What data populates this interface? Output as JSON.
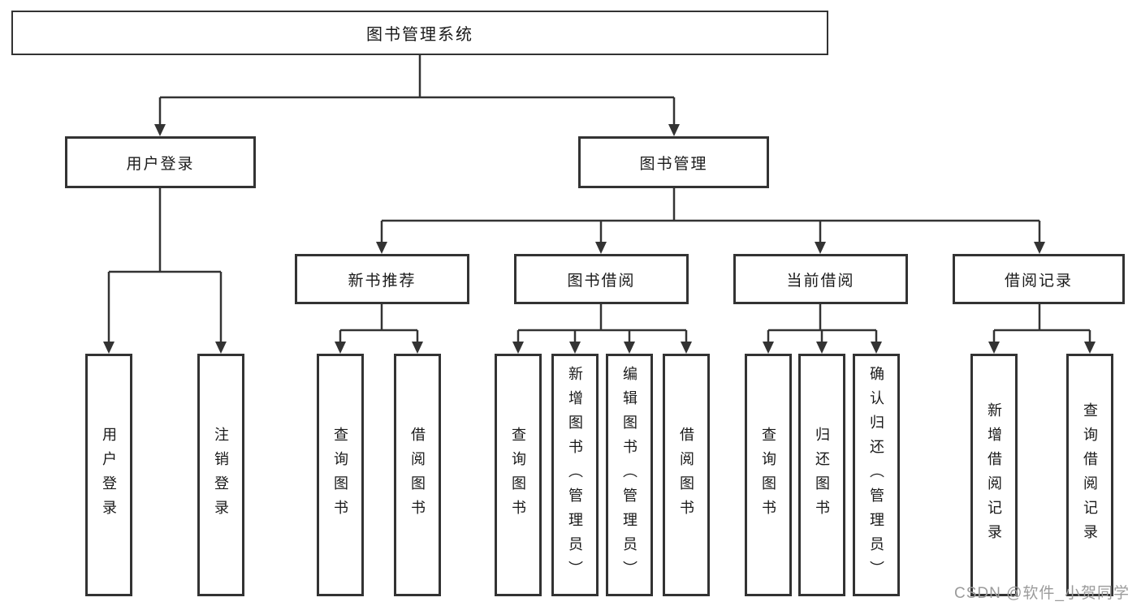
{
  "tree": {
    "label": "图书管理系统",
    "children": [
      {
        "label": "用户登录",
        "children": [
          {
            "label": "用户登录"
          },
          {
            "label": "注销登录"
          }
        ]
      },
      {
        "label": "图书管理",
        "children": [
          {
            "label": "新书推荐",
            "children": [
              {
                "label": "查询图书"
              },
              {
                "label": "借阅图书"
              }
            ]
          },
          {
            "label": "图书借阅",
            "children": [
              {
                "label": "查询图书"
              },
              {
                "label": "新增图书（管理员）"
              },
              {
                "label": "编辑图书（管理员）"
              },
              {
                "label": "借阅图书"
              }
            ]
          },
          {
            "label": "当前借阅",
            "children": [
              {
                "label": "查询图书"
              },
              {
                "label": "归还图书"
              },
              {
                "label": "确认归还（管理员）"
              }
            ]
          },
          {
            "label": "借阅记录",
            "children": [
              {
                "label": "新增借阅记录"
              },
              {
                "label": "查询借阅记录"
              }
            ]
          }
        ]
      }
    ]
  },
  "watermark": {
    "text": "CSDN @软件_小贺同学",
    "color": "#9b9b9b"
  },
  "colors": {
    "line": "#333333",
    "box_border": "#333333",
    "background": "#ffffff",
    "text": "#1a1a1a"
  }
}
